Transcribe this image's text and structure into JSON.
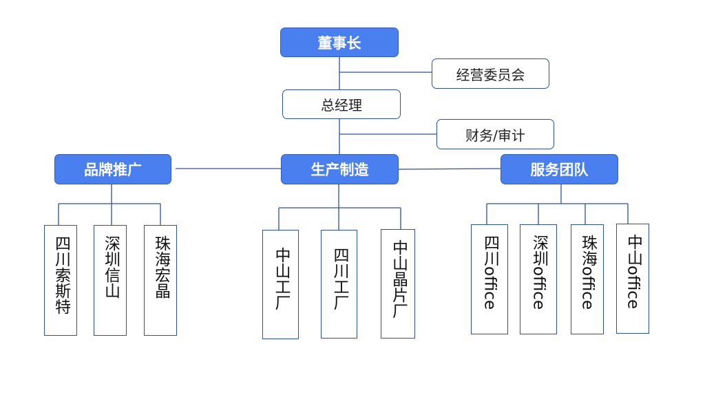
{
  "org_chart": {
    "chairman": "董事长",
    "business_committee": "经营委员会",
    "general_manager": "总经理",
    "finance_audit": "财务/审计",
    "divisions": {
      "brand": {
        "label": "品牌推广",
        "units": [
          "四川索斯特",
          "深圳信山",
          "珠海宏晶"
        ]
      },
      "production": {
        "label": "生产制造",
        "units": [
          "中山工厂",
          "四川工厂",
          "中山晶片厂"
        ]
      },
      "service": {
        "label": "服务团队",
        "units": [
          "四川office",
          "深圳office",
          "珠海office",
          "中山office"
        ]
      }
    }
  },
  "colors": {
    "primary_box": "#4a7ff0",
    "connector": "#2e4f9c"
  }
}
